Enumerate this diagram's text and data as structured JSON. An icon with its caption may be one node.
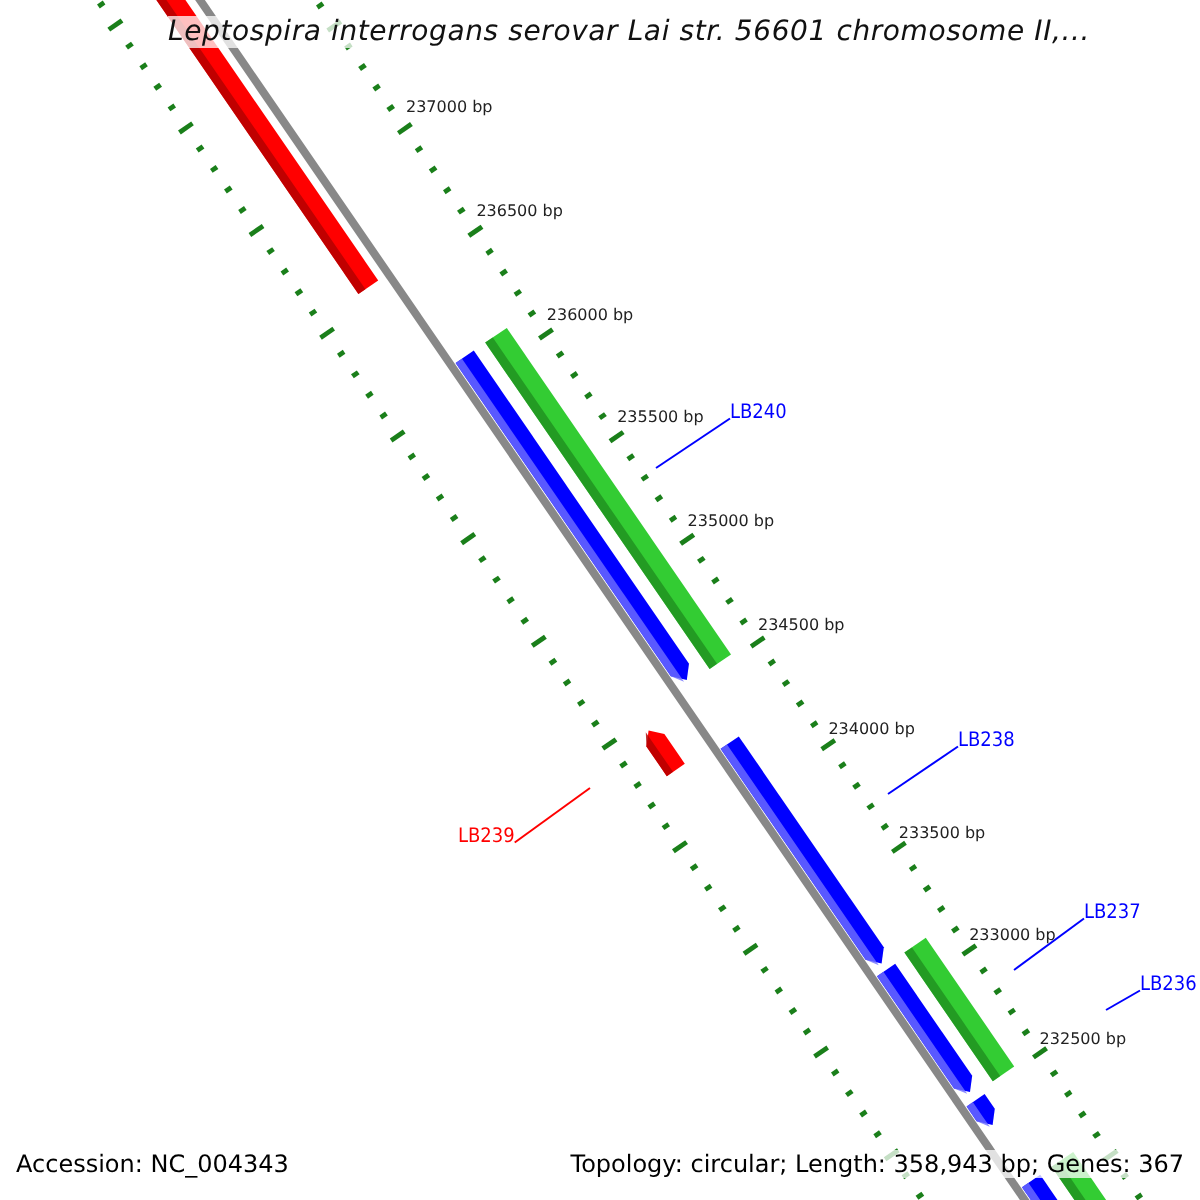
{
  "diagram": {
    "title": "Leptospira interrogans serovar Lai str. 56601 chromosome II,...",
    "nodes": [
      {
        "text": [
          "LB240"
        ]
      },
      {
        "text": [
          "LB238"
        ]
      },
      {
        "text": [
          "LB239"
        ]
      },
      {
        "text": [
          "LB237"
        ]
      },
      {
        "text": [
          "LB236"
        ]
      }
    ],
    "edges": [
      {
        "from": 0,
        "to": null,
        "arrow": "none"
      },
      {
        "from": 1,
        "to": null,
        "arrow": "none"
      },
      {
        "from": 2,
        "to": null,
        "arrow": "none",
        "color": "#ff0000"
      },
      {
        "from": 3,
        "to": null,
        "arrow": "none"
      },
      {
        "from": 4,
        "to": null,
        "arrow": "none"
      }
    ],
    "labels": [
      "237000 bp",
      "236500 bp",
      "236000 bp",
      "235500 bp",
      "235000 bp",
      "234500 bp",
      "234000 bp",
      "233500 bp",
      "233000 bp",
      "232500 bp",
      "Accession: NC_004343",
      "Topology: circular; Length: 358,943 bp; Genes: 367"
    ]
  }
}
